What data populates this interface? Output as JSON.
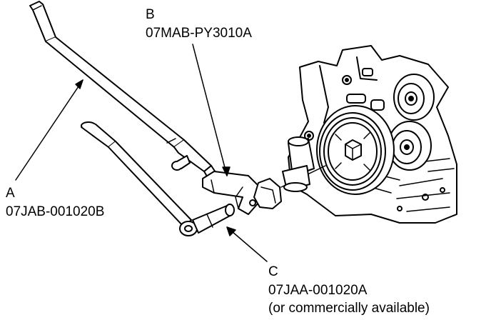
{
  "callouts": {
    "a": {
      "letter": "A",
      "part_number": "07JAB-001020B"
    },
    "b": {
      "letter": "B",
      "part_number": "07MAB-PY3010A"
    },
    "c": {
      "letter": "C",
      "part_number": "07JAA-001020A",
      "note": "(or commercially available)"
    }
  }
}
